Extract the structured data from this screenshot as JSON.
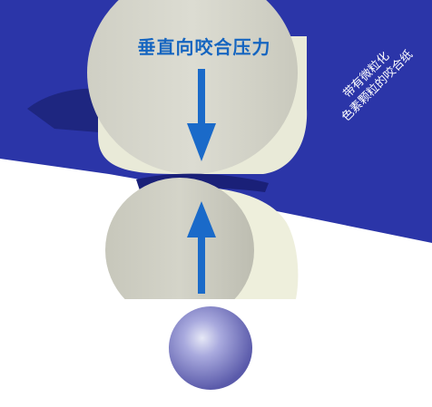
{
  "diagram": {
    "pressure_label": "垂直向咬合压力",
    "paper_label_line1": "带有微粒化",
    "paper_label_line2": "色素颗粒的咬合纸",
    "colors": {
      "paper": "#2b35a8",
      "arrow": "#1a6ac9",
      "label": "#1565c0",
      "tooth": "#d8d8cc",
      "sphere": "#7f7fc8"
    }
  }
}
